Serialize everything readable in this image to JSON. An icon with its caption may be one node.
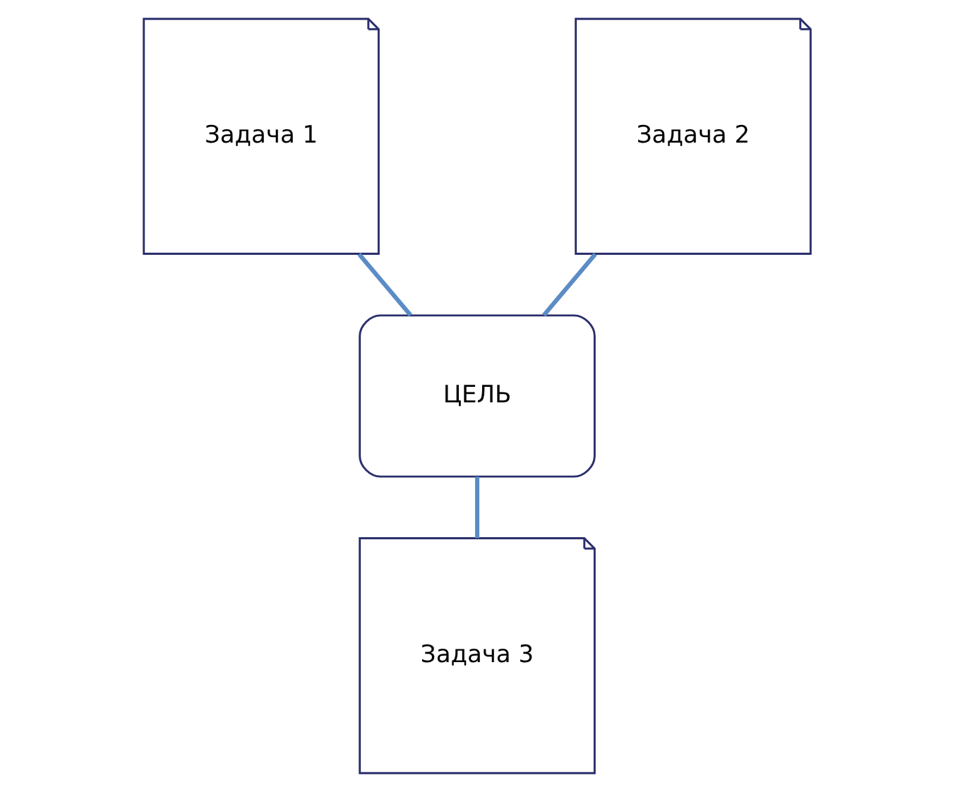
{
  "diagram": {
    "nodes": [
      {
        "text": [
          "Задача 1"
        ]
      },
      {
        "text": [
          "Задача 2"
        ]
      },
      {
        "text": [
          "ЦЕЛЬ"
        ]
      },
      {
        "text": [
          "Задача 3"
        ]
      }
    ],
    "edges": [
      {
        "from": 0,
        "to": 2,
        "arrow": "none"
      },
      {
        "from": 1,
        "to": 2,
        "arrow": "none"
      },
      {
        "from": 2,
        "to": 3,
        "arrow": "none"
      }
    ]
  }
}
